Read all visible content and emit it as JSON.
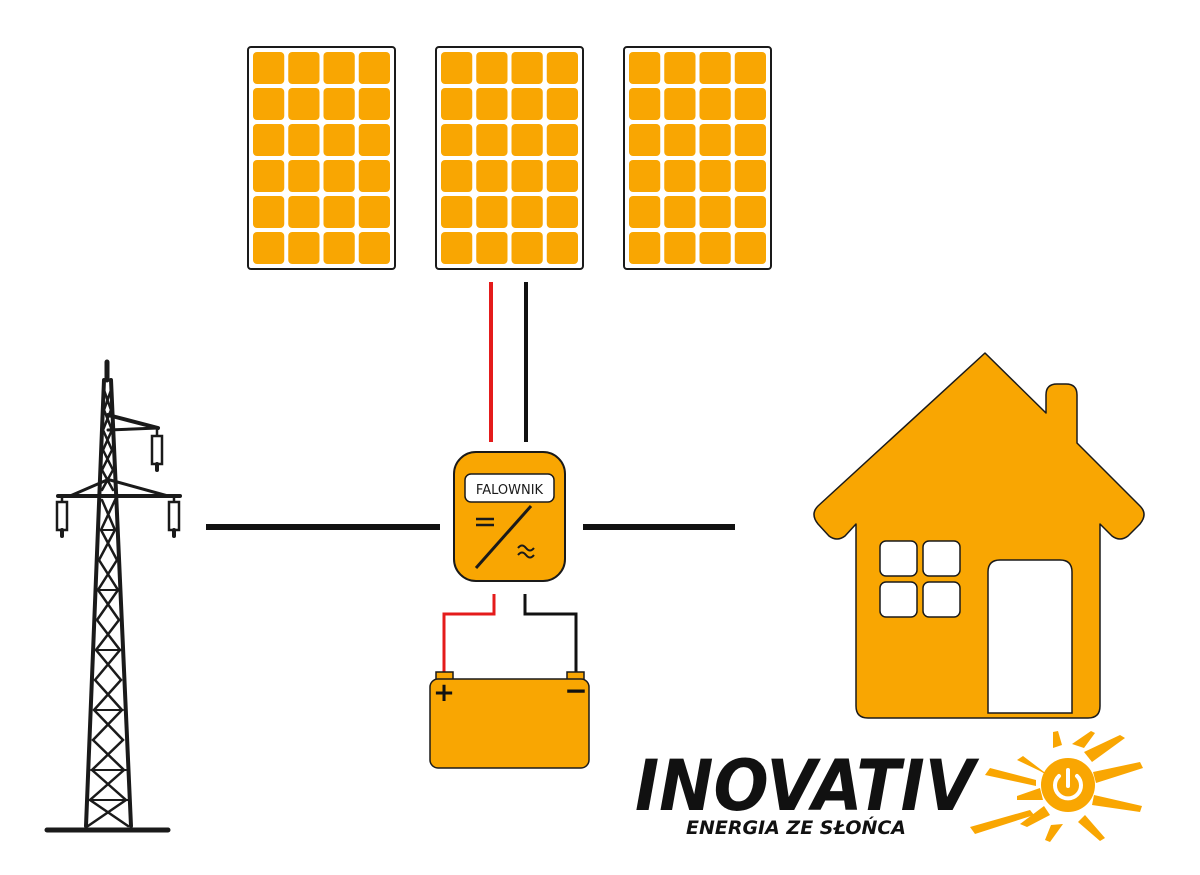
{
  "inverter": {
    "label": "FALOWNIK"
  },
  "battery": {
    "plus": "+",
    "minus": "−"
  },
  "logo": {
    "brand": "INOVATIV",
    "tagline": "ENERGIA ZE SŁOŃCA"
  },
  "colors": {
    "orange": "#F9A602",
    "outline": "#1a1a1a",
    "red_wire": "#E41B1B",
    "black_wire": "#111111",
    "panel_bg": "#ffffff"
  },
  "panels": [
    {
      "name": "solar-panel-1"
    },
    {
      "name": "solar-panel-2"
    },
    {
      "name": "solar-panel-3"
    }
  ],
  "panel_grid": {
    "cols": 4,
    "rows": 6
  }
}
